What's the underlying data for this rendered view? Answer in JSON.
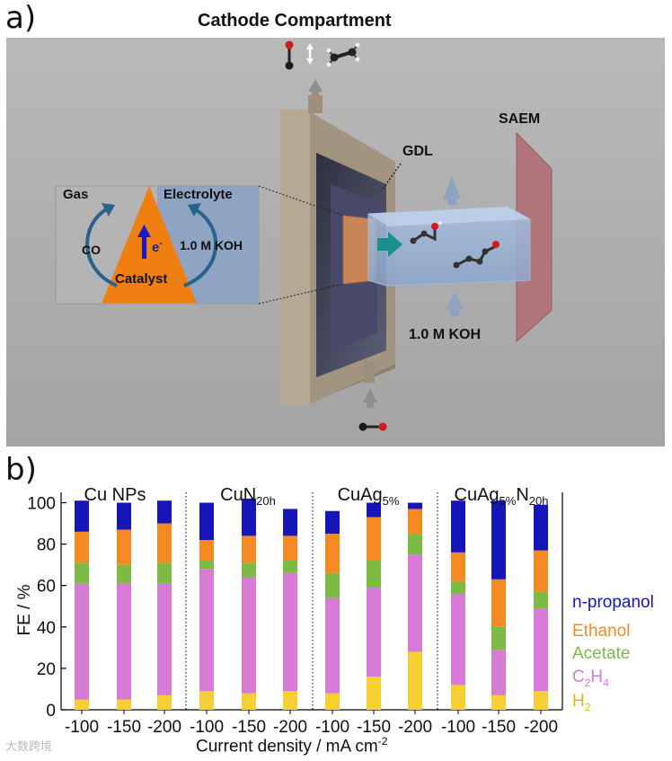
{
  "panel_a": {
    "label": "a)",
    "title": "Cathode Compartment",
    "gdl": "GDL",
    "saem": "SAEM",
    "koh_right": "1.0 M KOH",
    "inset": {
      "gas": "Gas",
      "electrolyte": "Electrolyte",
      "co": "CO",
      "koh": "1.0 M KOH",
      "electron": "e",
      "electron_sup": "-",
      "catalyst": "Catalyst"
    }
  },
  "panel_b": {
    "label": "b)",
    "xlabel_main": "Current density / mA cm",
    "xlabel_sup": "-2",
    "ylabel": "FE / %"
  },
  "watermark": "大数跨境",
  "chart_data": {
    "type": "bar",
    "stacked": true,
    "groups": [
      {
        "name": "Cu NPs",
        "name_sub": ""
      },
      {
        "name": "CuN",
        "name_sub": "20h"
      },
      {
        "name": "CuAg",
        "name_sub": "5%"
      },
      {
        "name": "CuAg",
        "name_sub": "5%",
        "name_tail": "N",
        "name_tail_sub": "20h"
      }
    ],
    "categories": [
      "-100",
      "-150",
      "-200",
      "-100",
      "-150",
      "-200",
      "-100",
      "-150",
      "-200",
      "-100",
      "-150",
      "-200"
    ],
    "yticks": [
      "0",
      "20",
      "40",
      "60",
      "80",
      "100"
    ],
    "ylim": [
      0,
      105
    ],
    "series": [
      {
        "name": "H",
        "name_sub": "2",
        "color": "#f5d033",
        "values": [
          5,
          5,
          7,
          9,
          8,
          9,
          8,
          16,
          28,
          12,
          7,
          9
        ]
      },
      {
        "name": "C",
        "name_sub": "2",
        "name_mid": "H",
        "name_sub2": "4",
        "color": "#d87bd6",
        "values": [
          56,
          56,
          54,
          59,
          56,
          57,
          46,
          43,
          47,
          44,
          22,
          40
        ]
      },
      {
        "name": "Acetate",
        "color": "#7dba46",
        "values": [
          10,
          9,
          10,
          4,
          7,
          6,
          12,
          13,
          10,
          6,
          11,
          8
        ]
      },
      {
        "name": "Ethanol",
        "color": "#f68a22",
        "values": [
          15,
          17,
          19,
          10,
          13,
          12,
          19,
          21,
          12,
          14,
          23,
          20
        ]
      },
      {
        "name": "n-propanol",
        "color": "#1616b8",
        "values": [
          15,
          13,
          11,
          18,
          18,
          13,
          11,
          7,
          3,
          25,
          38,
          22
        ]
      }
    ]
  }
}
